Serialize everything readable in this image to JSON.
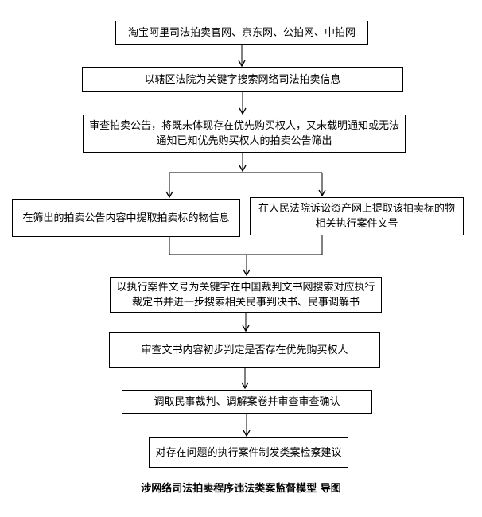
{
  "diagram": {
    "caption": "涉网络司法拍卖程序违法类案监督模型 导图",
    "nodes": [
      {
        "id": "auction-websites",
        "lines": [
          "淘宝阿里司法拍卖官网、京东网、公拍网、中拍网"
        ]
      },
      {
        "id": "keyword-search",
        "lines": [
          "以辖区法院为关键字搜索网络司法拍卖信息"
        ]
      },
      {
        "id": "screen-announcements",
        "lines": [
          "审查拍卖公告，将既未体现存在优先购买权人，又未载明通知或无法",
          "通知已知优先购买权人的拍卖公告筛出"
        ]
      },
      {
        "id": "extract-subject-info",
        "lines": [
          "在筛出的拍卖公告内容中提取拍卖标的物信息"
        ]
      },
      {
        "id": "extract-case-number",
        "lines": [
          "在人民法院诉讼资产网上提取该拍卖标的物",
          "相关执行案件文号"
        ]
      },
      {
        "id": "search-judgment-docs",
        "lines": [
          "以执行案件文号为关键字在中国裁判文书网搜索对应执行",
          "裁定书并进一步搜索相关民事判决书、民事调解书"
        ]
      },
      {
        "id": "review-documents",
        "lines": [
          "审查文书内容初步判定是否存在优先购买权人"
        ]
      },
      {
        "id": "retrieve-case-files",
        "lines": [
          "调取民事裁判、调解案卷并审查审查确认"
        ]
      },
      {
        "id": "issue-suggestion",
        "lines": [
          "对存在问题的执行案件制发类案检察建议"
        ]
      }
    ],
    "colors": {
      "background": "#ffffff",
      "line": "#000000",
      "box_border": "#000000",
      "text": "#000000"
    }
  }
}
